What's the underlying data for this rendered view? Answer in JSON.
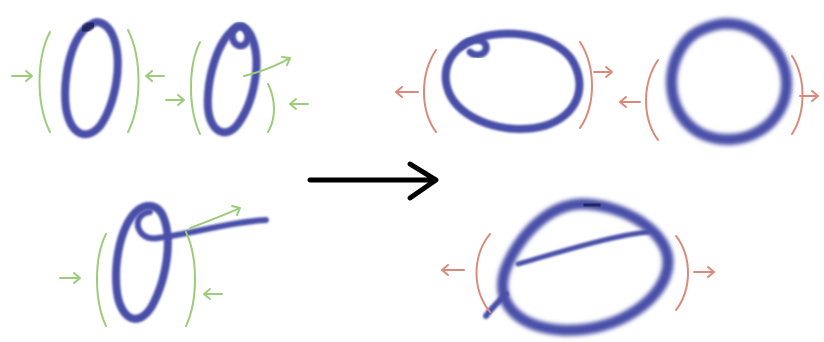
{
  "diagram": {
    "colors": {
      "ink": "#4a4fa8",
      "ink_dark": "#22265e",
      "before_guides": "#9ccc7a",
      "after_guides": "#d98a7a",
      "transition_arrow": "#000000",
      "background": "#ffffff"
    },
    "groups": [
      {
        "name": "before",
        "meaning": "compress",
        "samples": [
          "thin-zero",
          "zero-with-loop",
          "zero-with-tail"
        ]
      },
      {
        "name": "after",
        "meaning": "expand",
        "samples": [
          "round-zero-with-curl",
          "round-zero-bold",
          "slanted-zero-with-line"
        ]
      }
    ]
  }
}
